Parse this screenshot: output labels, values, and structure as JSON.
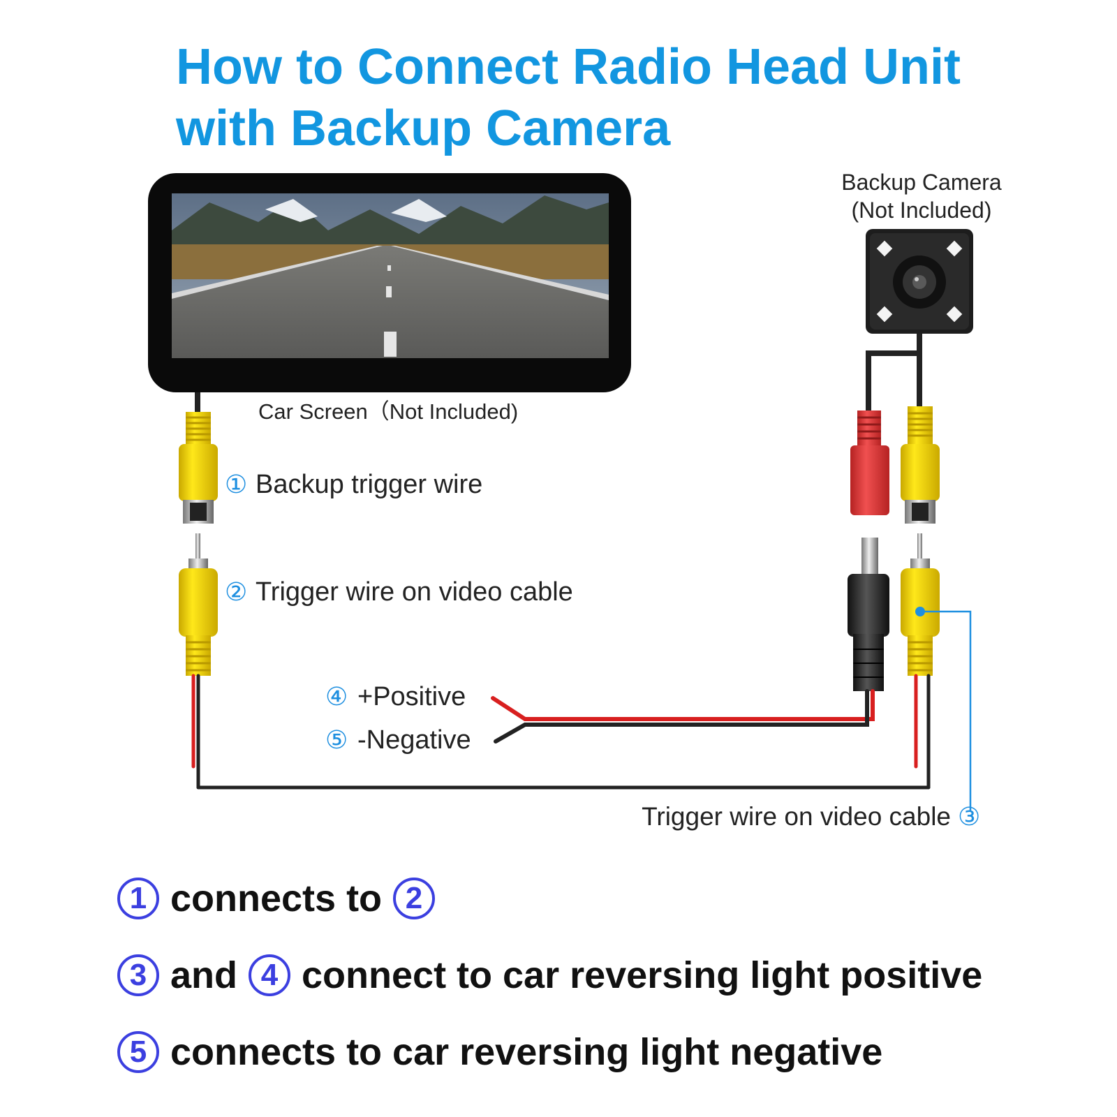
{
  "title": {
    "line1": "How to Connect Radio Head Unit",
    "line2": "with Backup Camera"
  },
  "labels": {
    "backup_camera_line1": "Backup Camera",
    "backup_camera_line2": "(Not Included)",
    "car_screen": "Car Screen（Not Included)",
    "wire1_num": "①",
    "wire1_text": "Backup trigger wire",
    "wire2_num": "②",
    "wire2_text": "Trigger wire on video cable",
    "wire4_num": "④",
    "wire4_text": "+Positive",
    "wire5_num": "⑤",
    "wire5_text": "-Negative",
    "wire3_text": "Trigger wire on video cable",
    "wire3_num": "③"
  },
  "rules": [
    {
      "n1": "1",
      "t1": "connects to",
      "n2": "2",
      "t2": ""
    },
    {
      "n1": "3",
      "t1": "and",
      "n2": "4",
      "t2": "connect to car reversing light positive"
    },
    {
      "n1": "5",
      "t1": "connects to car reversing light negative",
      "n2": "",
      "t2": ""
    }
  ],
  "colors": {
    "title": "#1296e0",
    "callout": "#1e8fe0",
    "rule_circle": "#3b3fe0",
    "rca_yellow": "#f2d600",
    "dc_red": "#e03a3a",
    "wire_red": "#d81f1f",
    "wire_black": "#222222"
  }
}
